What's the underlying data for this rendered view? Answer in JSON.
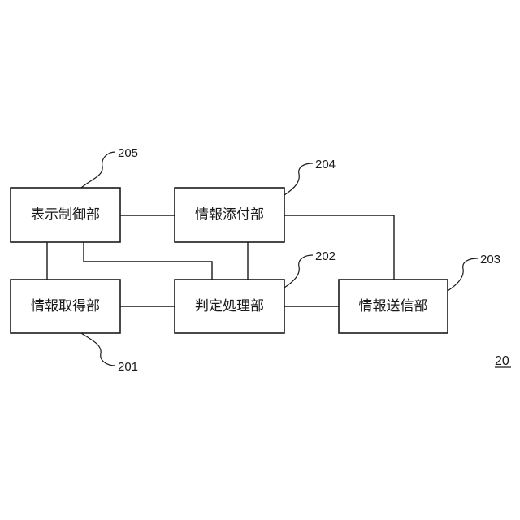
{
  "blocks": {
    "display_control": {
      "label": "表示制御部",
      "ref": "205"
    },
    "info_attach": {
      "label": "情報添付部",
      "ref": "204"
    },
    "info_acquire": {
      "label": "情報取得部",
      "ref": "201"
    },
    "judge_process": {
      "label": "判定処理部",
      "ref": "202"
    },
    "info_send": {
      "label": "情報送信部",
      "ref": "203"
    }
  },
  "figure_label": "20"
}
